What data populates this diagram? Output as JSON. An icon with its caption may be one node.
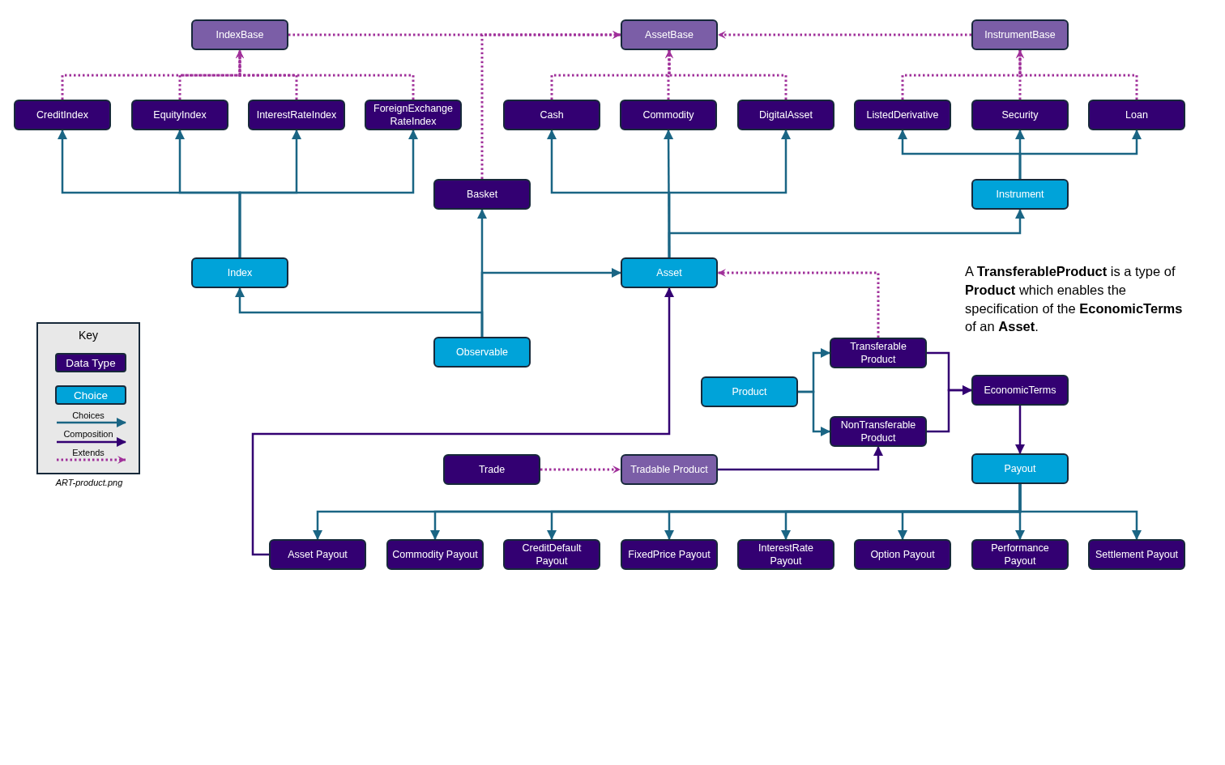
{
  "diagram": {
    "caption": "ART-product.png",
    "nodes": [
      {
        "text": [
          "IndexBase"
        ]
      },
      {
        "text": [
          "AssetBase"
        ]
      },
      {
        "text": [
          "InstrumentBase"
        ]
      },
      {
        "text": [
          "CreditIndex"
        ]
      },
      {
        "text": [
          "EquityIndex"
        ]
      },
      {
        "text": [
          "InterestRateIndex"
        ]
      },
      {
        "text": [
          "ForeignExchange RateIndex"
        ]
      },
      {
        "text": [
          "Cash"
        ]
      },
      {
        "text": [
          "Commodity"
        ]
      },
      {
        "text": [
          "DigitalAsset"
        ]
      },
      {
        "text": [
          "ListedDerivative"
        ]
      },
      {
        "text": [
          "Security"
        ]
      },
      {
        "text": [
          "Loan"
        ]
      },
      {
        "text": [
          "Basket"
        ]
      },
      {
        "text": [
          "Instrument"
        ]
      },
      {
        "text": [
          "Index"
        ]
      },
      {
        "text": [
          "Asset"
        ]
      },
      {
        "text": [
          "Observable"
        ]
      },
      {
        "text": [
          "Transferable Product"
        ]
      },
      {
        "text": [
          "Product"
        ]
      },
      {
        "text": [
          "EconomicTerms"
        ]
      },
      {
        "text": [
          "NonTransferable Product"
        ]
      },
      {
        "text": [
          "Trade"
        ]
      },
      {
        "text": [
          "Tradable Product"
        ]
      },
      {
        "text": [
          "Payout"
        ]
      },
      {
        "text": [
          "Asset Payout"
        ]
      },
      {
        "text": [
          "Commodity Payout"
        ]
      },
      {
        "text": [
          "CreditDefault Payout"
        ]
      },
      {
        "text": [
          "FixedPrice Payout"
        ]
      },
      {
        "text": [
          "InterestRate Payout"
        ]
      },
      {
        "text": [
          "Option Payout"
        ]
      },
      {
        "text": [
          "Performance Payout"
        ]
      },
      {
        "text": [
          "Settlement Payout"
        ]
      }
    ],
    "edges": [
      {
        "from": 0,
        "to": 1,
        "arrow": "to",
        "style": "dashed",
        "color": "#a0309a"
      },
      {
        "from": 13,
        "to": 1,
        "arrow": "to",
        "style": "dashed",
        "color": "#a0309a"
      },
      {
        "from": 2,
        "to": 1,
        "arrow": "to",
        "style": "dashed",
        "color": "#a0309a"
      },
      {
        "from": 3,
        "to": 0,
        "arrow": "to",
        "style": "dashed",
        "color": "#a0309a"
      },
      {
        "from": 4,
        "to": 0,
        "arrow": "to",
        "style": "dashed",
        "color": "#a0309a"
      },
      {
        "from": 5,
        "to": 0,
        "arrow": "to",
        "style": "dashed",
        "color": "#a0309a"
      },
      {
        "from": 6,
        "to": 0,
        "arrow": "to",
        "style": "dashed",
        "color": "#a0309a"
      },
      {
        "from": 7,
        "to": 1,
        "arrow": "to",
        "style": "dashed",
        "color": "#a0309a"
      },
      {
        "from": 8,
        "to": 1,
        "arrow": "to",
        "style": "dashed",
        "color": "#a0309a"
      },
      {
        "from": 9,
        "to": 1,
        "arrow": "to",
        "style": "dashed",
        "color": "#a0309a"
      },
      {
        "from": 10,
        "to": 2,
        "arrow": "to",
        "style": "dashed",
        "color": "#a0309a"
      },
      {
        "from": 11,
        "to": 2,
        "arrow": "to",
        "style": "dashed",
        "color": "#a0309a"
      },
      {
        "from": 12,
        "to": 2,
        "arrow": "to",
        "style": "dashed",
        "color": "#a0309a"
      },
      {
        "from": 15,
        "to": 3,
        "arrow": "to"
      },
      {
        "from": 15,
        "to": 4,
        "arrow": "to"
      },
      {
        "from": 15,
        "to": 5,
        "arrow": "to"
      },
      {
        "from": 15,
        "to": 6,
        "arrow": "to"
      },
      {
        "from": 16,
        "to": 7,
        "arrow": "to"
      },
      {
        "from": 16,
        "to": 8,
        "arrow": "to"
      },
      {
        "from": 16,
        "to": 9,
        "arrow": "to"
      },
      {
        "from": 16,
        "to": 14,
        "arrow": "to"
      },
      {
        "from": 14,
        "to": 10,
        "arrow": "to"
      },
      {
        "from": 14,
        "to": 11,
        "arrow": "to"
      },
      {
        "from": 14,
        "to": 12,
        "arrow": "to"
      },
      {
        "from": 17,
        "to": 13,
        "arrow": "to"
      },
      {
        "from": 17,
        "to": 16,
        "arrow": "to"
      },
      {
        "from": 17,
        "to": 15,
        "arrow": "to"
      },
      {
        "from": 18,
        "to": 16,
        "arrow": "to",
        "style": "dashed",
        "color": "#a0309a"
      },
      {
        "from": 19,
        "to": 18,
        "arrow": "to"
      },
      {
        "from": 19,
        "to": 21,
        "arrow": "to"
      },
      {
        "from": 18,
        "to": 20,
        "arrow": "to",
        "color": "#330072"
      },
      {
        "from": 21,
        "to": 20,
        "arrow": "to",
        "color": "#330072"
      },
      {
        "from": 20,
        "to": 24,
        "arrow": "to",
        "color": "#330072"
      },
      {
        "from": 22,
        "to": 23,
        "arrow": "to",
        "style": "dashed",
        "color": "#a0309a"
      },
      {
        "from": 23,
        "to": 21,
        "arrow": "to",
        "color": "#330072"
      },
      {
        "from": 25,
        "to": 16,
        "arrow": "to",
        "color": "#330072"
      },
      {
        "from": 24,
        "to": 25,
        "arrow": "to"
      },
      {
        "from": 24,
        "to": 26,
        "arrow": "to"
      },
      {
        "from": 24,
        "to": 27,
        "arrow": "to"
      },
      {
        "from": 24,
        "to": 28,
        "arrow": "to"
      },
      {
        "from": 24,
        "to": 29,
        "arrow": "to"
      },
      {
        "from": 24,
        "to": 30,
        "arrow": "to"
      },
      {
        "from": 24,
        "to": 31,
        "arrow": "to"
      },
      {
        "from": 24,
        "to": 32,
        "arrow": "to"
      }
    ],
    "labels": [
      "A **TransferableProduct** is a type of **Product** which enables the specification of the **EconomicTerms** of an **Asset**.",
      "Key"
    ],
    "legend": [
      {
        "text": "Data Type",
        "color": "#330072"
      },
      {
        "text": "Choice",
        "color": "#00a3d9"
      },
      {
        "text": "Choices"
      },
      {
        "text": "Composition"
      },
      {
        "text": "Extends"
      }
    ]
  }
}
